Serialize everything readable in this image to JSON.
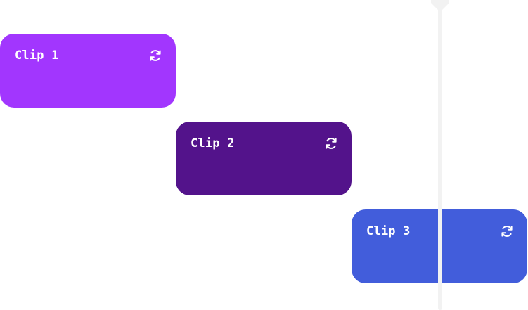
{
  "colors": {
    "clip_1": "#a236fe",
    "clip_2": "#53138b",
    "clip_3": "#425ddb",
    "playhead": "#f2f2f2"
  },
  "clips": [
    {
      "label": "Clip 1",
      "icon": "loop-icon"
    },
    {
      "label": "Clip 2",
      "icon": "loop-icon"
    },
    {
      "label": "Clip 3",
      "icon": "loop-icon"
    }
  ]
}
